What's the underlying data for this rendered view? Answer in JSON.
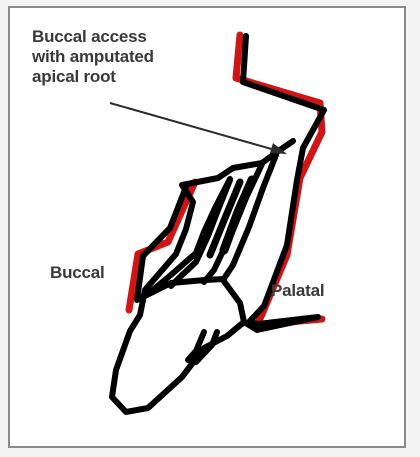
{
  "labels": {
    "annotation_line1": "Buccal access",
    "annotation_line2": "with amputated",
    "annotation_line3": "apical root",
    "buccal": "Buccal",
    "palatal": "Palatal"
  },
  "colors": {
    "outline": "#000000",
    "overlay": "#d01515",
    "text": "#3a3a3a",
    "frame": "#8a8a8a"
  }
}
